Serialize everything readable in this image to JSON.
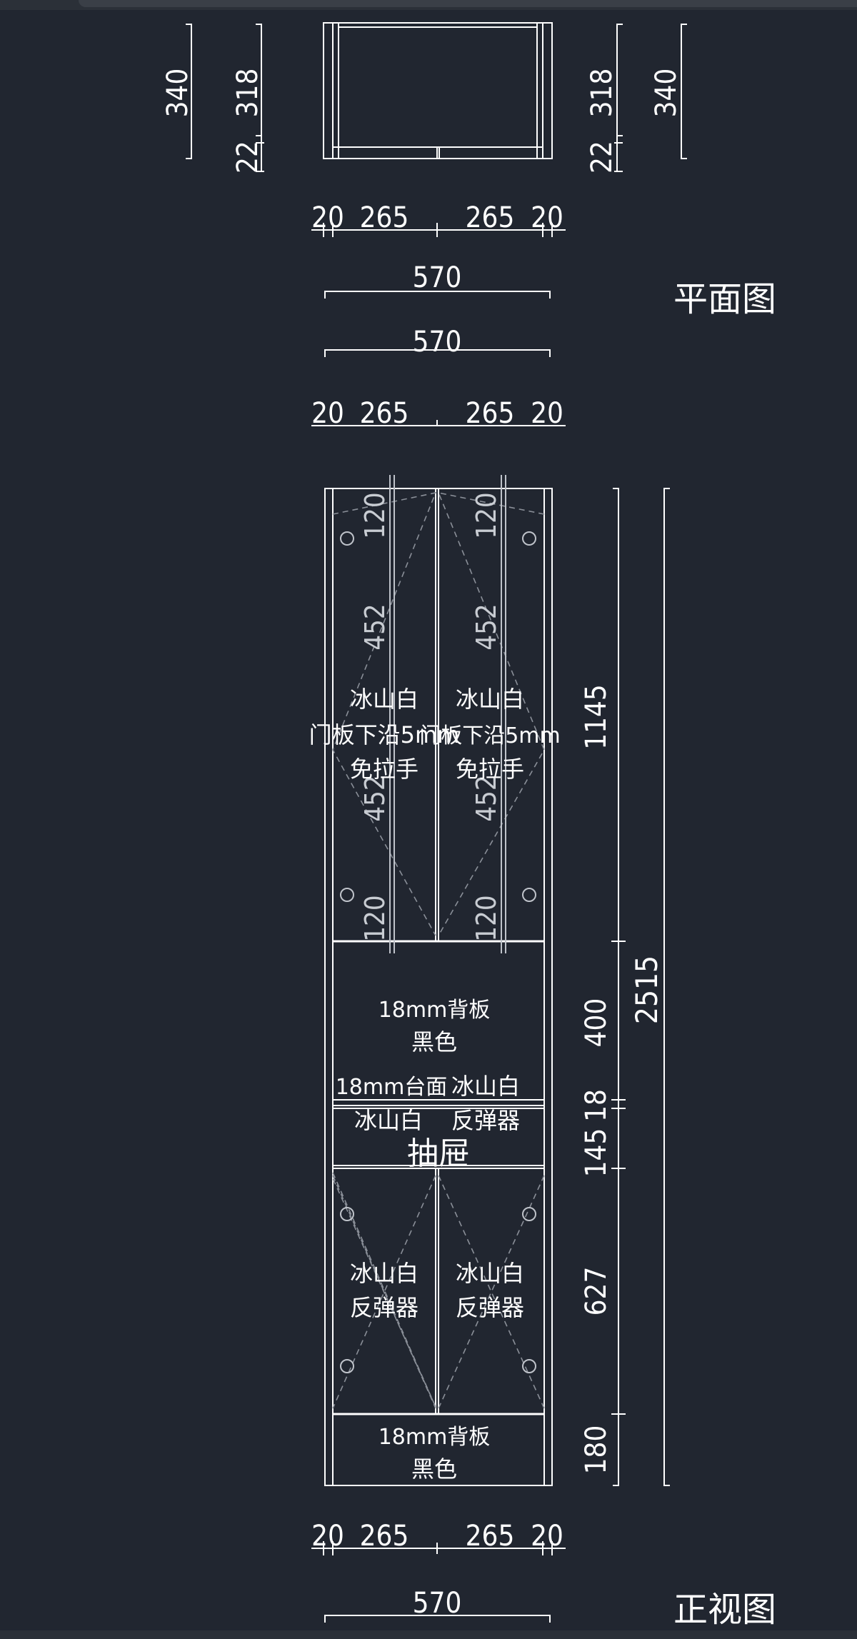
{
  "plan": {
    "title": "平面图",
    "side_dims": {
      "total": "340",
      "inner": "318",
      "edge": "22"
    },
    "width_parts": [
      "20",
      "265",
      "265",
      "20"
    ],
    "total_width_a": "570",
    "total_width_b": "570",
    "width_parts_b": [
      "20",
      "265",
      "265",
      "20"
    ]
  },
  "elevation": {
    "title": "正视图",
    "total_height": "2515",
    "section_heights": [
      "1145",
      "400",
      "18",
      "145",
      "627",
      "180"
    ],
    "hinge_dims": [
      "120",
      "452",
      "452",
      "120"
    ],
    "upper_door_text": [
      "冰山白",
      "门板下沿5mm",
      "免拉手"
    ],
    "back_panel_text": [
      "18mm背板",
      "黑色"
    ],
    "counter_text": [
      "18mm台面",
      "冰山白"
    ],
    "drawer_text": [
      "冰山白",
      "反弹器",
      "抽屉"
    ],
    "lower_door_text": [
      "冰山白",
      "反弹器"
    ],
    "plinth_text": [
      "18mm背板",
      "黑色"
    ],
    "bottom_width_parts": [
      "20",
      "265",
      "265",
      "20"
    ],
    "bottom_total_width": "570"
  }
}
